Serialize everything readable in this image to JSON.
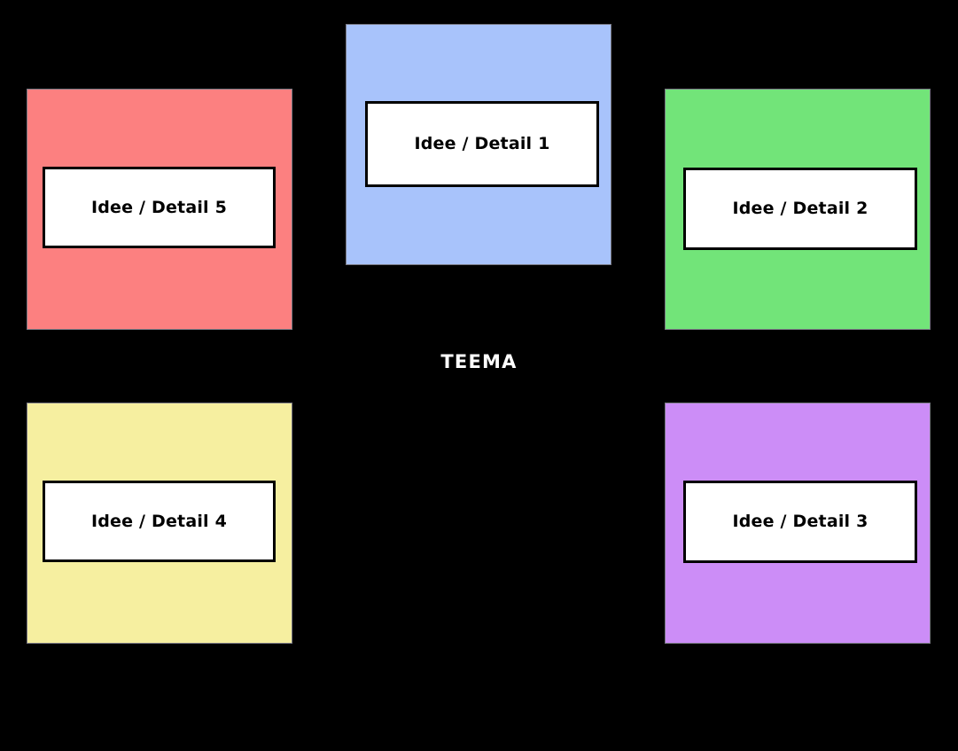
{
  "diagram": {
    "background_color": "#000000",
    "center_label": "TEEMA",
    "center_label_color": "#ffffff",
    "petals": [
      {
        "id": "1",
        "fill_color": "#a8c3fb",
        "border_color": "#7a7a85",
        "label": "Idee / Detail 1",
        "label_box_fill": "#ffffff",
        "label_box_border": "#000000"
      },
      {
        "id": "2",
        "fill_color": "#72e479",
        "border_color": "#7a7a85",
        "label": "Idee / Detail 2",
        "label_box_fill": "#ffffff",
        "label_box_border": "#000000"
      },
      {
        "id": "3",
        "fill_color": "#cc8df7",
        "border_color": "#7a7a85",
        "label": "Idee / Detail 3",
        "label_box_fill": "#ffffff",
        "label_box_border": "#000000"
      },
      {
        "id": "4",
        "fill_color": "#f6efa0",
        "border_color": "#7a7a85",
        "label": "Idee / Detail 4",
        "label_box_fill": "#ffffff",
        "label_box_border": "#000000"
      },
      {
        "id": "5",
        "fill_color": "#fc8080",
        "border_color": "#7a7a85",
        "label": "Idee / Detail 5",
        "label_box_fill": "#ffffff",
        "label_box_border": "#000000"
      }
    ]
  }
}
